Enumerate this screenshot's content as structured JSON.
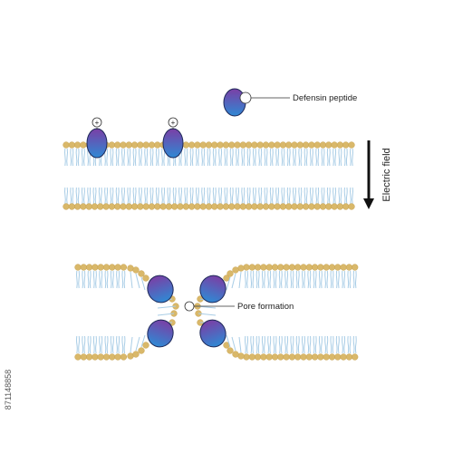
{
  "labels": {
    "peptide": "Defensin peptide",
    "pore": "Pore formation",
    "field": "Electric field"
  },
  "charge_symbol": "+",
  "watermark_id": "871148858",
  "colors": {
    "head": "#d9b86a",
    "head_stroke": "#c8a24e",
    "tail": "#a9cde6",
    "peptide_top": "#7a3fa5",
    "peptide_bottom": "#2f89d4",
    "peptide_stroke": "#1f2a5a",
    "arrow": "#111111"
  }
}
